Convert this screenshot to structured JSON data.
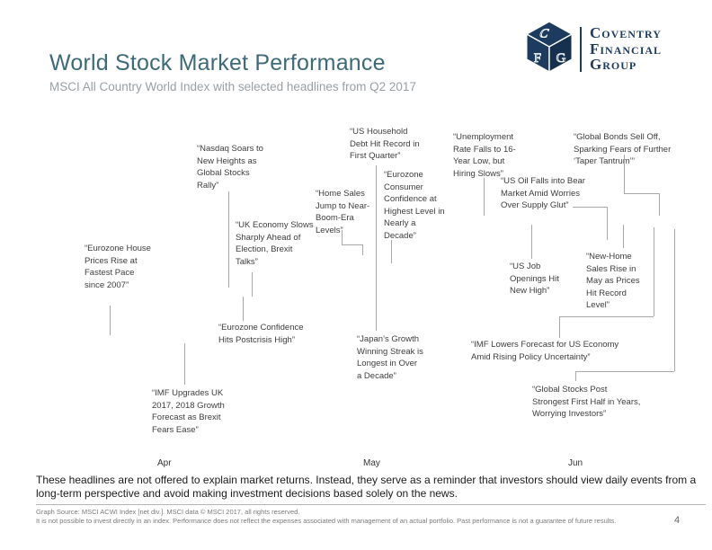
{
  "header": {
    "title": "World Stock Market Performance",
    "subtitle": "MSCI All Country World Index with selected headlines from Q2 2017"
  },
  "logo": {
    "company_lines": [
      "Coventry",
      "Financial",
      "Group"
    ],
    "cube_letters": [
      "C",
      "F",
      "G"
    ]
  },
  "chart": {
    "timeline": [
      "Apr",
      "May",
      "Jun"
    ],
    "headlines": [
      {
        "id": "nasdaq",
        "text": "“Nasdaq Soars to New Heights as Global Stocks Rally”"
      },
      {
        "id": "us-household-debt",
        "text": "“US Household Debt Hit Record in First Quarter”"
      },
      {
        "id": "unemployment",
        "text": "“Unemployment Rate Falls to 16-Year Low, but Hiring Slows”"
      },
      {
        "id": "global-bonds",
        "text": "“Global Bonds Sell Off, Sparking Fears of Further ‘Taper Tantrum’”"
      },
      {
        "id": "us-oil",
        "text": "“US Oil Falls into Bear Market Amid Worries Over Supply Glut”"
      },
      {
        "id": "home-sales",
        "text": "“Home Sales Jump to Near-Boom-Era Levels”"
      },
      {
        "id": "eurozone-consumer",
        "text": "“Eurozone Consumer Confidence at Highest Level in Nearly a Decade”"
      },
      {
        "id": "uk-economy",
        "text": "“UK Economy Slows Sharply Ahead of Election, Brexit Talks”"
      },
      {
        "id": "eurozone-house",
        "text": "“Eurozone House Prices Rise at Fastest Pace since 2007”"
      },
      {
        "id": "eurozone-confidence",
        "text": "“Eurozone Confidence Hits Postcrisis High”"
      },
      {
        "id": "us-job-openings",
        "text": "“US Job Openings Hit New High”"
      },
      {
        "id": "new-home-sales",
        "text": "“New-Home Sales Rise in May as Prices Hit Record Level”"
      },
      {
        "id": "japan-growth",
        "text": "“Japan’s Growth Winning Streak is Longest in Over a Decade”"
      },
      {
        "id": "imf-lowers",
        "text": "“IMF Lowers Forecast for US Economy Amid Rising Policy Uncertainty”"
      },
      {
        "id": "imf-upgrades",
        "text": "“IMF Upgrades UK 2017, 2018 Growth Forecast as Brexit Fears Ease”"
      },
      {
        "id": "global-stocks-post",
        "text": "“Global Stocks Post Strongest First Half in Years, Worrying Investors”"
      }
    ]
  },
  "footer": {
    "summary": "These headlines are not offered to explain market returns. Instead, they serve as a reminder that investors should view daily events from a long-term perspective and avoid making investment decisions based solely on the news.",
    "disclosure_line1": "Graph Source: MSCI ACWI Index [net div.]. MSCI data © MSCI 2017, all rights reserved.",
    "disclosure_line2": "It is not possible to invest directly in an index. Performance does not reflect the expenses associated with management of an actual portfolio.  Past performance is not a guarantee of future results.",
    "page_number": "4"
  },
  "colors": {
    "title": "#3e6a78",
    "subtitle": "#98a0a6",
    "headline_text": "#3d3d3d",
    "leader_line": "#a8a8a8",
    "logo_navy": "#1c3b5e",
    "fine_print": "#7a7a7a"
  }
}
